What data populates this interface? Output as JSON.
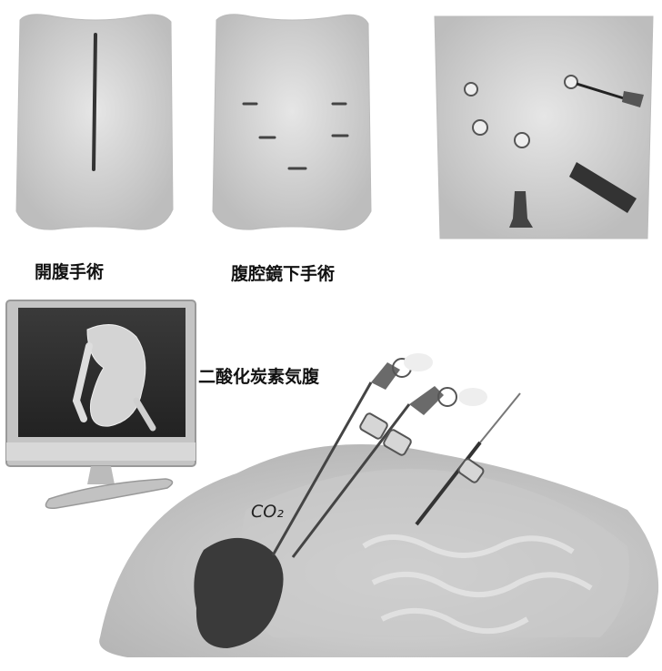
{
  "labels": {
    "open_surgery": "開腹手術",
    "laparoscopic_surgery": "腹腔鏡下手術",
    "co2_pneumoperitoneum": "二酸化炭素気腹",
    "co2_symbol": "CO₂"
  },
  "colors": {
    "torso_fill": "#cfcfcf",
    "incision": "#333333",
    "abdomen_fill": "#b9b9b9",
    "organ_dark": "#3a3a3a",
    "monitor_frame": "#bdbdbd",
    "monitor_screen": "#2e2e2e"
  }
}
